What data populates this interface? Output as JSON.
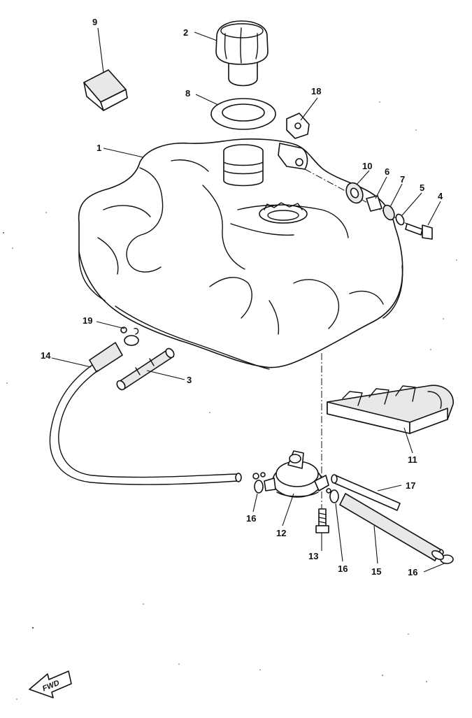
{
  "parts": [
    {
      "id": "tank",
      "label": "1"
    },
    {
      "id": "cap",
      "label": "2"
    },
    {
      "id": "pipe",
      "label": "3"
    },
    {
      "id": "bolt",
      "label": "4"
    },
    {
      "id": "washer",
      "label": "5"
    },
    {
      "id": "collar",
      "label": "6"
    },
    {
      "id": "plate-washer",
      "label": "7"
    },
    {
      "id": "cap-gasket",
      "label": "8"
    },
    {
      "id": "damper-block",
      "label": "9"
    },
    {
      "id": "grommet",
      "label": "10"
    },
    {
      "id": "tank-damper",
      "label": "11"
    },
    {
      "id": "fuel-cock",
      "label": "12"
    },
    {
      "id": "screw",
      "label": "13"
    },
    {
      "id": "fuel-hose",
      "label": "14"
    },
    {
      "id": "vacuum-hose",
      "label": "15"
    },
    {
      "id": "clip-left",
      "label": "16"
    },
    {
      "id": "clip-mid",
      "label": "16"
    },
    {
      "id": "clip-right",
      "label": "16"
    },
    {
      "id": "breather-hose",
      "label": "17"
    },
    {
      "id": "nut",
      "label": "18"
    },
    {
      "id": "hose-clip",
      "label": "19"
    }
  ],
  "forward_badge": {
    "text": "FWD"
  }
}
